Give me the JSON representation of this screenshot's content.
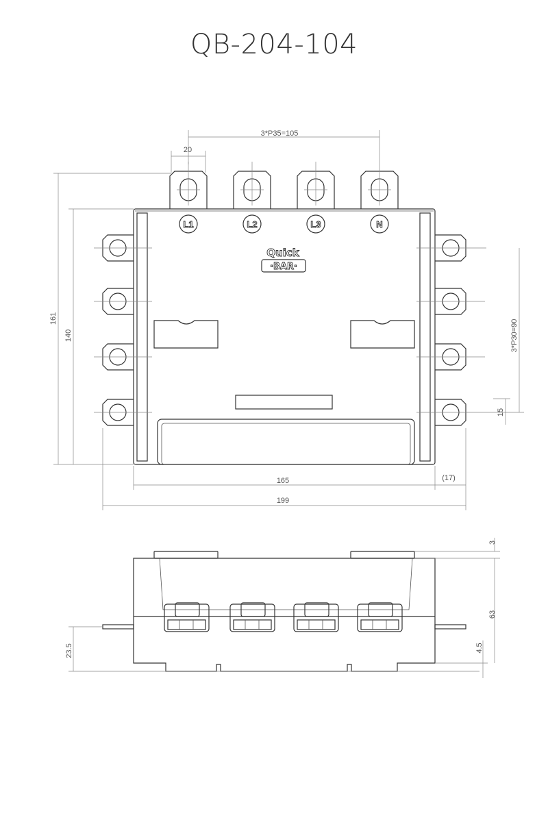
{
  "title": "QB-204-104",
  "top_view": {
    "terminal_labels": [
      "L1",
      "L2",
      "L3",
      "N"
    ],
    "logo": {
      "line1": "Quick",
      "line2": "·BAR·"
    },
    "dimensions": {
      "pitch_top": "3*P35=105",
      "terminal_width": "20",
      "overall_height": "161",
      "body_height": "140",
      "pitch_side": "3*P30=90",
      "tab_offset": "15",
      "body_width": "165",
      "tab_width": "(17)",
      "overall_width": "199"
    }
  },
  "side_view": {
    "dimensions": {
      "lid": "3",
      "height": "63",
      "base": "4.5",
      "pin_height": "23.5"
    }
  }
}
